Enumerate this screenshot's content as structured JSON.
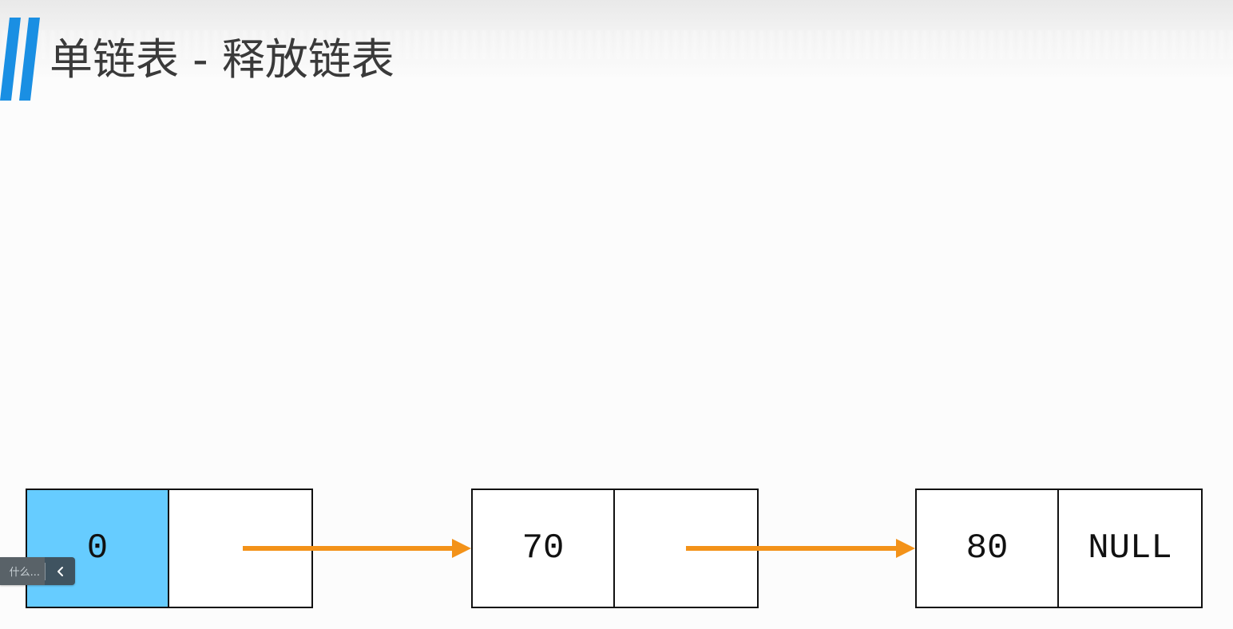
{
  "slide": {
    "title": "单链表 - 释放链表"
  },
  "nodes": [
    {
      "value": "0",
      "next": ""
    },
    {
      "value": "70",
      "next": ""
    },
    {
      "value": "80",
      "next": "NULL"
    }
  ],
  "toolbar": {
    "label": "什么..."
  },
  "colors": {
    "accent_blue": "#1a8fe3",
    "highlight": "#66ccff",
    "arrow": "#f39219",
    "title_text": "#3a3a3a"
  },
  "icons": {
    "title_mark": "double-slash-icon",
    "toolbar_button": "chevron-left-icon"
  }
}
